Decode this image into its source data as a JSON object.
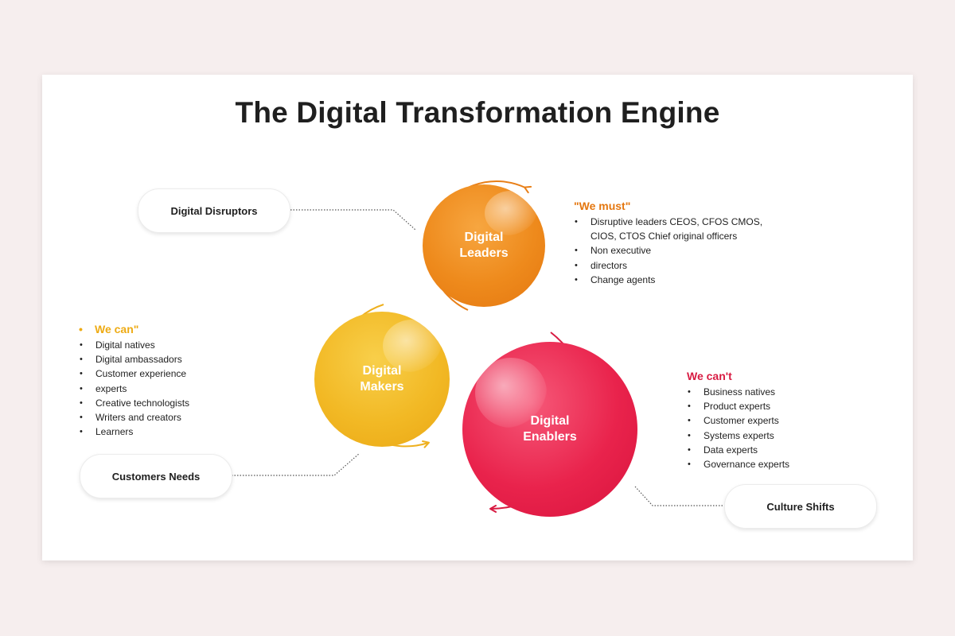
{
  "title": "The Digital Transformation Engine",
  "colors": {
    "orange": "#ee8a1c",
    "yellow": "#f2b925",
    "red": "#e9234c"
  },
  "pills": {
    "disruptors": "Digital Disruptors",
    "customers": "Customers Needs",
    "culture": "Culture Shifts"
  },
  "circles": {
    "leaders": "Digital\nLeaders",
    "makers": "Digital\nMakers",
    "enablers": "Digital\nEnablers"
  },
  "lists": {
    "must": {
      "heading": "\"We must\"",
      "items": [
        "Disruptive leaders CEOS, CFOS CMOS,\nCIOS, CTOS Chief original officers",
        "Non executive",
        "directors",
        "Change agents"
      ]
    },
    "can": {
      "bullet": "•",
      "heading": "We can\"",
      "items": [
        "Digital natives",
        "Digital ambassadors",
        "Customer experience",
        "experts",
        "Creative technologists",
        "Writers and creators",
        "Learners"
      ]
    },
    "cant": {
      "heading": "We can't",
      "items": [
        "Business natives",
        "Product experts",
        "Customer experts",
        "Systems experts",
        "Data experts",
        "Governance experts"
      ]
    }
  }
}
